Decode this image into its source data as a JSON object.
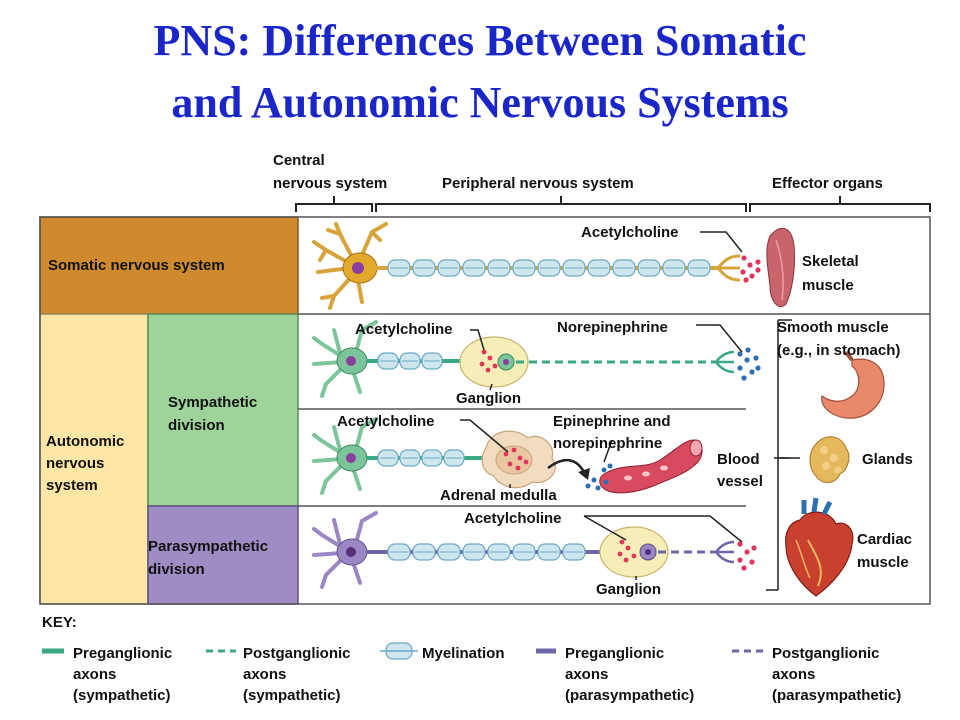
{
  "title": {
    "line1": "PNS: Differences Between Somatic",
    "line2": "and Autonomic Nervous Systems"
  },
  "headers": {
    "cns_line1": "Central",
    "cns_line2": "nervous system",
    "pns": "Peripheral nervous system",
    "effectors": "Effector organs"
  },
  "rows": {
    "somatic": "Somatic nervous system",
    "autonomic_line1": "Autonomic",
    "autonomic_line2": "nervous",
    "autonomic_line3": "system",
    "sympathetic_line1": "Sympathetic",
    "sympathetic_line2": "division",
    "parasympathetic_line1": "Parasympathetic",
    "parasympathetic_line2": "division"
  },
  "labels": {
    "ach_somatic": "Acetylcholine",
    "skeletal_line1": "Skeletal",
    "skeletal_line2": "muscle",
    "ach_symp": "Acetylcholine",
    "norepinephrine": "Norepinephrine",
    "smooth_line1": "Smooth muscle",
    "smooth_line2": "(e.g., in stomach)",
    "ganglion_symp": "Ganglion",
    "ach_adrenal": "Acetylcholine",
    "epi_line1": "Epinephrine and",
    "epi_line2": "norepinephrine",
    "blood_line1": "Blood",
    "blood_line2": "vessel",
    "glands": "Glands",
    "adrenal": "Adrenal medulla",
    "ach_para": "Acetylcholine",
    "cardiac_line1": "Cardiac",
    "cardiac_line2": "muscle",
    "ganglion_para": "Ganglion"
  },
  "key": {
    "title": "KEY:",
    "items": [
      {
        "l1": "Preganglionic",
        "l2": "axons",
        "l3": "(sympathetic)"
      },
      {
        "l1": "Postganglionic",
        "l2": "axons",
        "l3": "(sympathetic)"
      },
      {
        "l1": "Myelination",
        "l2": "",
        "l3": ""
      },
      {
        "l1": "Preganglionic",
        "l2": "axons",
        "l3": "(parasympathetic)"
      },
      {
        "l1": "Postganglionic",
        "l2": "axons",
        "l3": "(parasympathetic)"
      }
    ]
  },
  "colors": {
    "title": "#1a26c8",
    "somatic_fill": "#d08a2e",
    "autonomic_fill": "#fde6a6",
    "sympathetic_fill": "#9ed39a",
    "parasympathetic_fill": "#9e8cc4",
    "somatic_neuron": "#e3a92b",
    "sympathetic_neuron": "#7cc59a",
    "parasympathetic_neuron": "#9b86c6",
    "myelin": "#cfe6ef",
    "myelin_stroke": "#6aa9c4",
    "postganglionic_symp": "#3aa882",
    "postganglionic_para": "#6d67a8",
    "neurotransmitter_red": "#e0355c",
    "neurotransmitter_blue": "#2d6fb3"
  }
}
